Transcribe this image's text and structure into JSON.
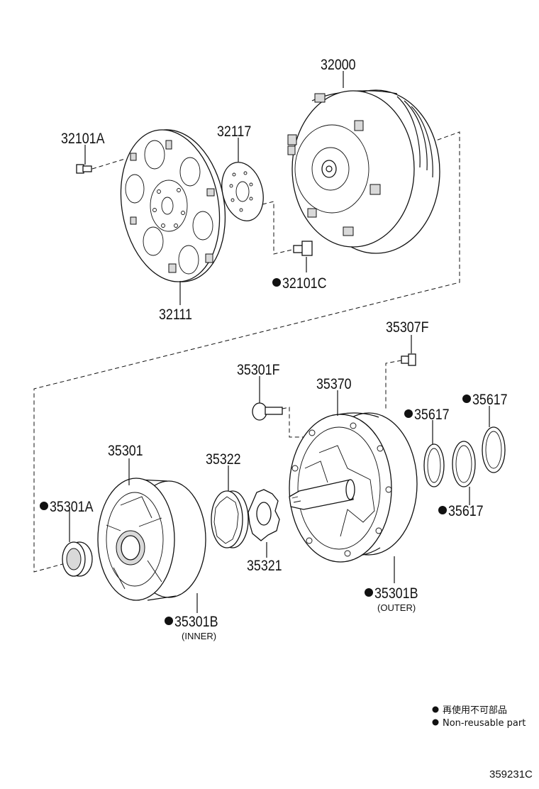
{
  "parts": {
    "p32000": "32000",
    "p32101A": "32101A",
    "p32117": "32117",
    "p32101C": "32101C",
    "p32111": "32111",
    "p35307F": "35307F",
    "p35301F": "35301F",
    "p35370": "35370",
    "p35617_a": "35617",
    "p35617_b": "35617",
    "p35617_c": "35617",
    "p35301": "35301",
    "p35322": "35322",
    "p35301A": "35301A",
    "p35321": "35321",
    "p35301B_outer": "35301B",
    "p35301B_inner": "35301B"
  },
  "sublabels": {
    "outer": "(OUTER)",
    "inner": "(INNER)"
  },
  "legend": {
    "jp": "再使用不可部品",
    "en": "Non-reusable part"
  },
  "figure_id": "359231C",
  "colors": {
    "ink": "#111111",
    "background": "#ffffff"
  }
}
